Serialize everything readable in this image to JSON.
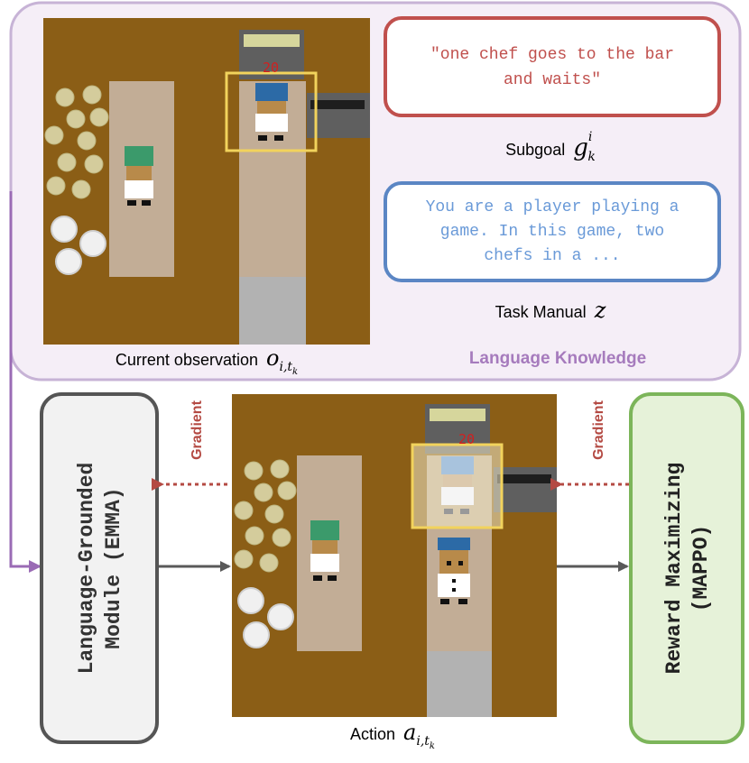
{
  "knowledge_panel": {
    "title": "Language Knowledge",
    "observation_caption": "Current observation",
    "observation_symbol": "o",
    "observation_subscript": "i,t",
    "observation_subsubscript": "k",
    "subgoal_text_line1": "\"one chef goes to the bar",
    "subgoal_text_line2": "and waits\"",
    "subgoal_caption": "Subgoal",
    "subgoal_symbol": "g",
    "subgoal_sup": "i",
    "subgoal_sub": "k",
    "manual_line1": "You are a player playing a",
    "manual_line2": "game. In this game, two",
    "manual_line3": "chefs in a ...",
    "manual_caption": "Task Manual",
    "manual_symbol": "z"
  },
  "left_module": {
    "line1": "Language-Grounded",
    "line2": "Module (EMMA)"
  },
  "right_module": {
    "line1": "Reward Maximizing",
    "line2": "(MAPPO)"
  },
  "gradient_labels": {
    "left": "Gradient",
    "right": "Gradient"
  },
  "action": {
    "caption": "Action",
    "symbol": "a",
    "subscript": "i,t",
    "subsubscript": "k"
  },
  "game": {
    "counter_top": "20",
    "counter_bottom": "20"
  },
  "colors": {
    "panel_border": "#c7b3d6",
    "panel_fill": "#f5eef7",
    "panel_title": "#a67bbd",
    "floor": "#8b5e16",
    "counter": "#c2ad96",
    "subgoal_border": "#c0504d",
    "subgoal_text": "#c0504d",
    "manual_border": "#5b86c4",
    "manual_text": "#6a9ad8",
    "left_module_border": "#555555",
    "left_module_fill": "#f2f2f2",
    "right_module_border": "#7cb55a",
    "right_module_fill": "#e6f2d9",
    "gradient": "#b44a43",
    "flow_arrow": "#595959",
    "side_link": "#9a6bb5",
    "highlight": "#f2d35c"
  }
}
